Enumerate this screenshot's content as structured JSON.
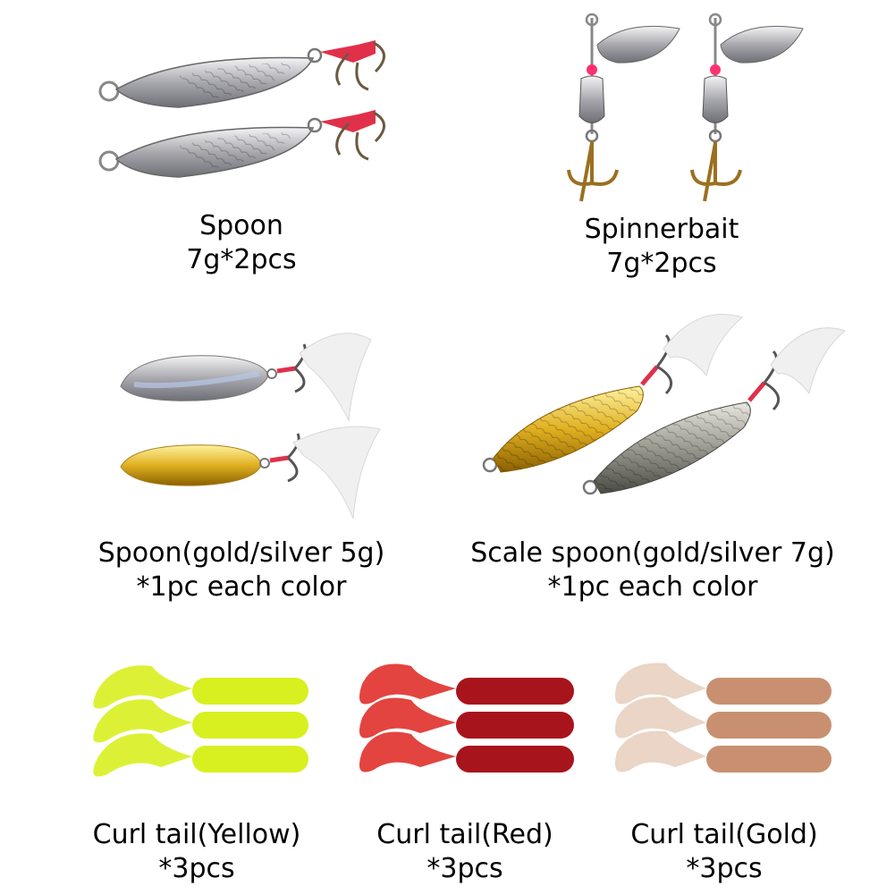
{
  "items": [
    {
      "name": "Spoon",
      "detail": "7g*2pcs"
    },
    {
      "name": "Spinnerbait",
      "detail": "7g*2pcs"
    },
    {
      "name": "Spoon(gold/silver 5g)",
      "detail": "*1pc each color"
    },
    {
      "name": "Scale spoon(gold/silver 7g)",
      "detail": "*1pc each color"
    },
    {
      "name": "Curl tail(Yellow)",
      "detail": "*3pcs"
    },
    {
      "name": "Curl tail(Red)",
      "detail": "*3pcs"
    },
    {
      "name": "Curl tail(Gold)",
      "detail": "*3pcs"
    }
  ],
  "colors": {
    "silver": "#c8c8cc",
    "gold": "#e0b020",
    "hook_red": "#e0304a",
    "yellow_worm": "#d8f020",
    "red_worm": "#a8141c",
    "gold_worm": "#c89070"
  }
}
